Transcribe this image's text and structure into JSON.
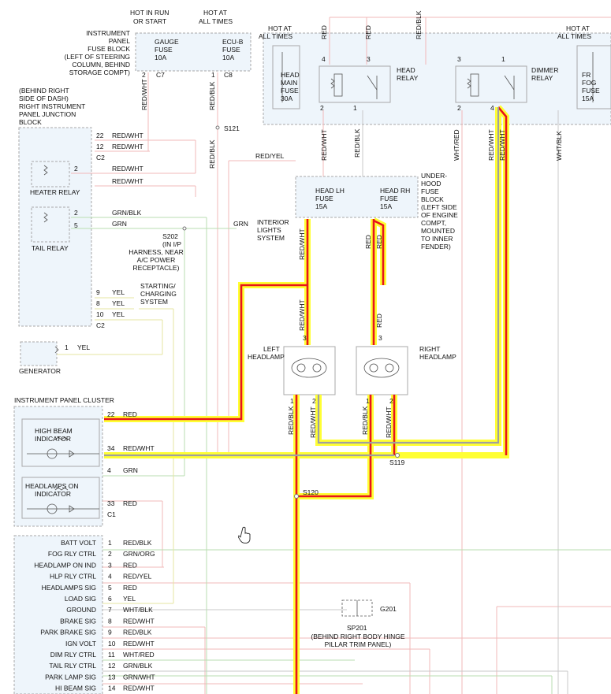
{
  "top_labels": {
    "hot_in_run": "HOT IN RUN",
    "or_start": "OR START",
    "hot_at1": "HOT AT",
    "all_times1": "ALL TIMES",
    "hot_at2": "HOT AT",
    "all_times2": "ALL TIMES",
    "hot_at3": "HOT AT",
    "all_times3": "ALL TIMES"
  },
  "ip_fuse_block": {
    "line1": "INSTRUMENT",
    "line2": "PANEL",
    "line3": "FUSE BLOCK",
    "line4": "(LEFT OF STEERING",
    "line5": "COLUMN, BEHIND",
    "line6": "STORAGE COMPT)",
    "gauge_fuse": [
      "GAUGE",
      "FUSE",
      "10A"
    ],
    "ecub_fuse": [
      "ECU-B",
      "FUSE",
      "10A"
    ],
    "pin_2": "2",
    "c7": "C7",
    "pin_1": "1",
    "c8": "C8"
  },
  "rjb": {
    "line1": "(BEHIND RIGHT",
    "line2": "SIDE OF DASH)",
    "line3": "RIGHT INSTRUMENT",
    "line4": "PANEL JUNCTION",
    "line5": "BLOCK",
    "heater_relay": "HEATER RELAY",
    "tail_relay": "TAIL RELAY",
    "c2a": "C2",
    "c2b": "C2",
    "pins": [
      "22",
      "12",
      "2",
      "2",
      "5",
      "9",
      "8",
      "10"
    ]
  },
  "engine_box": {
    "head_main_fuse": [
      "HEAD",
      "MAIN",
      "FUSE",
      "30A"
    ],
    "head_relay": [
      "HEAD",
      "RELAY"
    ],
    "dimmer_relay": [
      "DIMMER",
      "RELAY"
    ],
    "fr_fog_fuse": [
      "FR",
      "FOG",
      "FUSE",
      "15A"
    ],
    "pins": [
      "4",
      "3",
      "2",
      "1",
      "3",
      "1",
      "2",
      "4"
    ]
  },
  "underhood": {
    "head_lh": [
      "HEAD LH",
      "FUSE",
      "15A"
    ],
    "head_rh": [
      "HEAD RH",
      "FUSE",
      "15A"
    ],
    "desc": [
      "UNDER-",
      "HOOD",
      "FUSE",
      "BLOCK",
      "(LEFT SIDE",
      "OF ENGINE",
      "COMPT,",
      "MOUNTED",
      "TO INNER",
      "FENDER)"
    ]
  },
  "splices": {
    "s121": "S121",
    "s202": "S202",
    "s202_desc": [
      "(IN I/P",
      "HARNESS, NEAR",
      "A/C POWER",
      "RECEPTACLE)"
    ],
    "s119": "S119",
    "s120": "S120",
    "g201": "G201",
    "sp201": "SP201",
    "sp201_desc": [
      "(BEHIND RIGHT BODY HINGE",
      "PILLAR TRIM PANEL)"
    ]
  },
  "systems": {
    "interior": [
      "INTERIOR",
      "LIGHTS",
      "SYSTEM"
    ],
    "starting": [
      "STARTING/",
      "CHARGING",
      "SYSTEM"
    ]
  },
  "headlamps": {
    "left": [
      "LEFT",
      "HEADLAMP"
    ],
    "right": [
      "RIGHT",
      "HEADLAMP"
    ],
    "pins": [
      "3",
      "3",
      "1",
      "2",
      "1",
      "2"
    ]
  },
  "generator": {
    "label": "GENERATOR",
    "pin": "1",
    "wire": "YEL"
  },
  "cluster": {
    "title": "INSTRUMENT PANEL CLUSTER",
    "high_beam": [
      "HIGH BEAM",
      "INDICATOR"
    ],
    "headlamps_on": [
      "HEADLAMPS ON",
      "INDICATOR"
    ],
    "pins": [
      "22",
      "34",
      "4",
      "33"
    ],
    "c1": "C1"
  },
  "wires": {
    "red_wht": "RED/WHT",
    "red_blk": "RED/BLK",
    "red_yel": "RED/YEL",
    "grn_blk": "GRN/BLK",
    "grn": "GRN",
    "yel": "YEL",
    "red": "RED",
    "wht_red": "WHT/RED",
    "wht_blk": "WHT/BLK"
  },
  "bottom_module": {
    "rows": [
      {
        "label": "BATT VOLT",
        "pin": "1",
        "wire": "RED/BLK"
      },
      {
        "label": "FOG RLY CTRL",
        "pin": "2",
        "wire": "GRN/ORG"
      },
      {
        "label": "HEADLAMP ON IND",
        "pin": "3",
        "wire": "RED"
      },
      {
        "label": "HLP RLY CTRL",
        "pin": "4",
        "wire": "RED/YEL"
      },
      {
        "label": "HEADLAMPS SIG",
        "pin": "5",
        "wire": "RED"
      },
      {
        "label": "LOAD SIG",
        "pin": "6",
        "wire": "YEL"
      },
      {
        "label": "GROUND",
        "pin": "7",
        "wire": "WHT/BLK"
      },
      {
        "label": "BRAKE SIG",
        "pin": "8",
        "wire": "RED/WHT"
      },
      {
        "label": "PARK BRAKE SIG",
        "pin": "9",
        "wire": "RED/BLK"
      },
      {
        "label": "IGN VOLT",
        "pin": "10",
        "wire": "RED/WHT"
      },
      {
        "label": "DIM RLY CTRL",
        "pin": "11",
        "wire": "WHT/RED"
      },
      {
        "label": "TAIL RLY CTRL",
        "pin": "12",
        "wire": "GRN/BLK"
      },
      {
        "label": "PARK LAMP SIG",
        "pin": "13",
        "wire": "GRN/WHT"
      },
      {
        "label": "HI BEAM SIG",
        "pin": "14",
        "wire": "RED/WHT"
      }
    ]
  },
  "colors": {
    "highlight_red": "#e8141b",
    "highlight_yellow": "#ffff33",
    "wire_pink": "#f2b8b8",
    "wire_green": "#b9deb0",
    "wire_yellow": "#eeeeaa",
    "wire_gray": "#c8c8c8",
    "box_fill": "#eef5fb",
    "box_stroke": "#a8a8a8"
  },
  "cursor": "hand-cursor-icon"
}
